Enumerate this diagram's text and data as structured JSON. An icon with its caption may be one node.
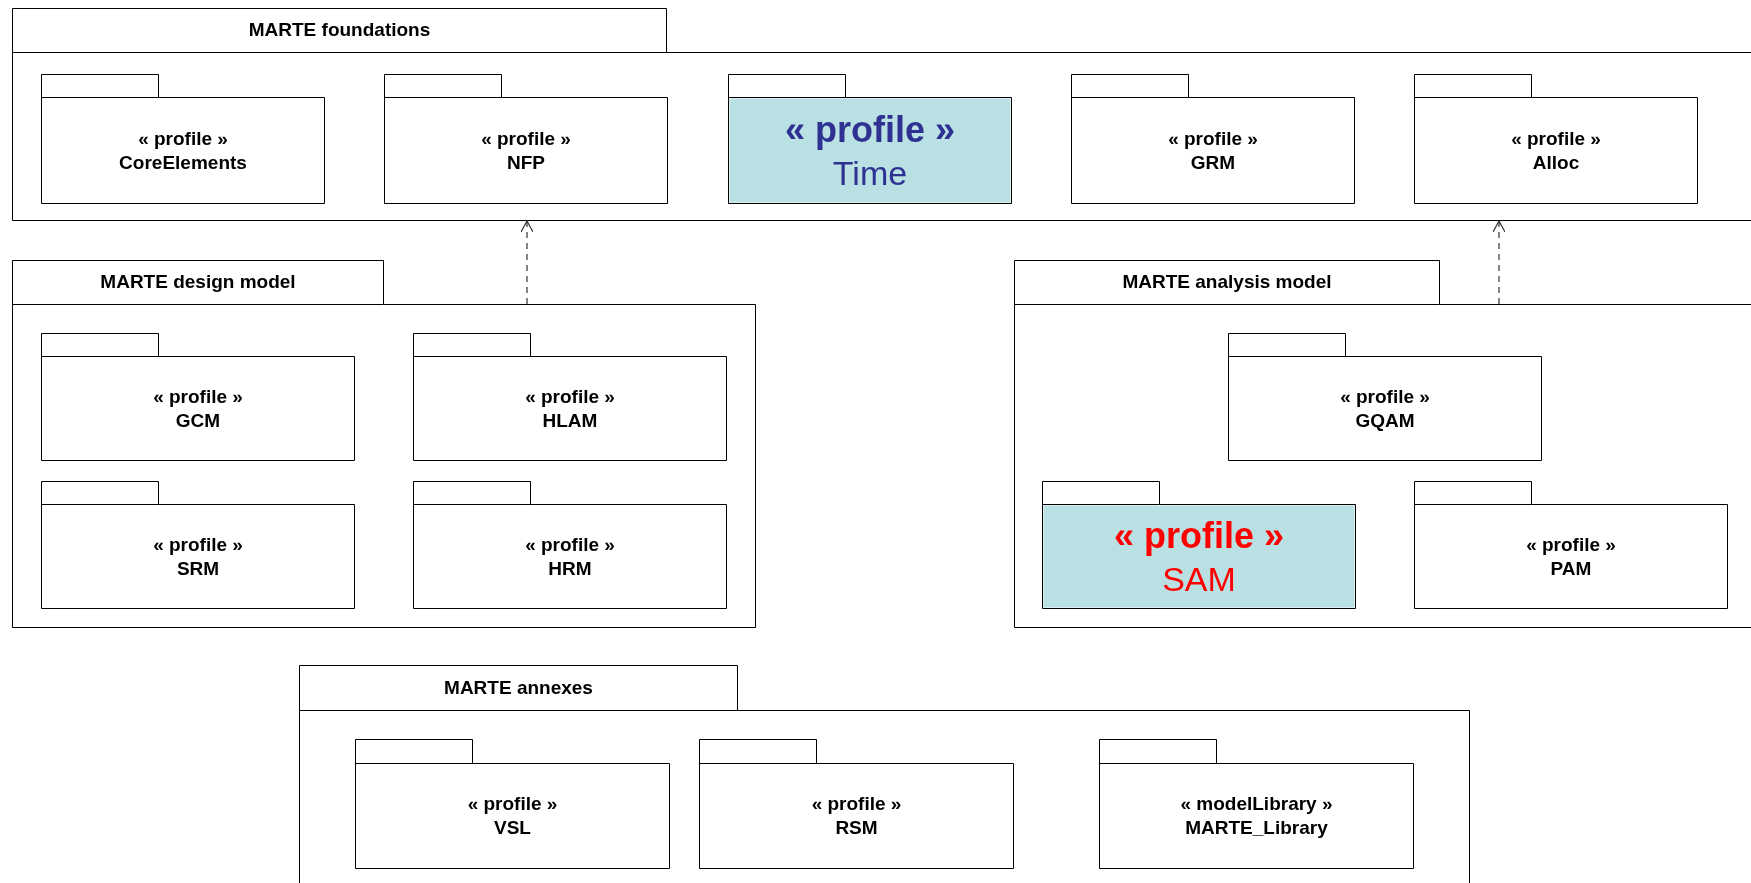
{
  "diagram": {
    "nodes": [
      {
        "text": [
          "MARTE foundations"
        ]
      },
      {
        "text": [
          "« profile »",
          "CoreElements"
        ],
        "in": 0
      },
      {
        "text": [
          "« profile »",
          "NFP"
        ],
        "in": 0
      },
      {
        "text": [
          "« profile »",
          "Time"
        ],
        "in": 0
      },
      {
        "text": [
          "« profile »",
          "GRM"
        ],
        "in": 0
      },
      {
        "text": [
          "« profile »",
          "Alloc"
        ],
        "in": 0
      },
      {
        "text": [
          "MARTE design model"
        ]
      },
      {
        "text": [
          "« profile »",
          "GCM"
        ],
        "in": 6
      },
      {
        "text": [
          "« profile »",
          "HLAM"
        ],
        "in": 6
      },
      {
        "text": [
          "« profile »",
          "SRM"
        ],
        "in": 6
      },
      {
        "text": [
          "« profile »",
          "HRM"
        ],
        "in": 6
      },
      {
        "text": [
          "MARTE analysis model"
        ]
      },
      {
        "text": [
          "« profile »",
          "GQAM"
        ],
        "in": 11
      },
      {
        "text": [
          "« profile »",
          "SAM"
        ],
        "in": 11
      },
      {
        "text": [
          "« profile »",
          "PAM"
        ],
        "in": 11
      },
      {
        "text": [
          "MARTE annexes"
        ]
      },
      {
        "text": [
          "« profile »",
          "VSL"
        ],
        "in": 15
      },
      {
        "text": [
          "« profile »",
          "RSM"
        ],
        "in": 15
      },
      {
        "text": [
          "« modelLibrary »",
          "MARTE_Library"
        ],
        "in": 15
      }
    ],
    "edges": [
      {
        "from": 6,
        "to": 0,
        "arrow": "to",
        "style": "dashed"
      },
      {
        "from": 11,
        "to": 0,
        "arrow": "to",
        "style": "dashed"
      }
    ]
  }
}
